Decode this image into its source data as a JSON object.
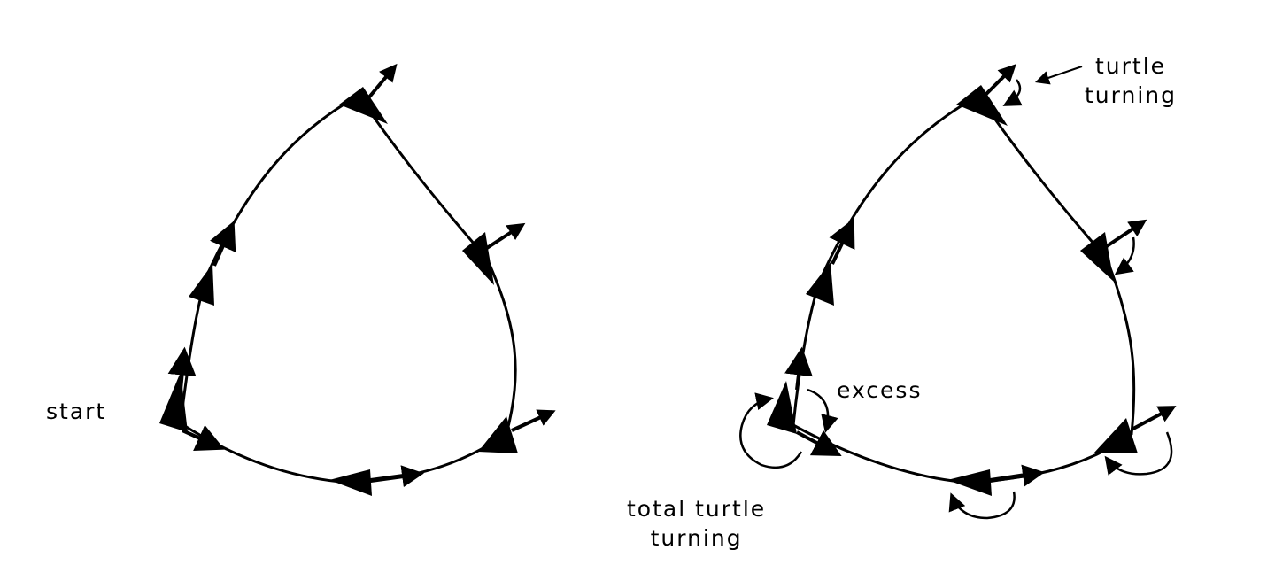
{
  "labels": {
    "start": "start",
    "excess": "excess",
    "turtle_turning_line1": "turtle",
    "turtle_turning_line2": "turning",
    "total_turning_line1": "total turtle",
    "total_turning_line2": "turning"
  },
  "colors": {
    "ink": "#000000",
    "background": "#ffffff"
  }
}
